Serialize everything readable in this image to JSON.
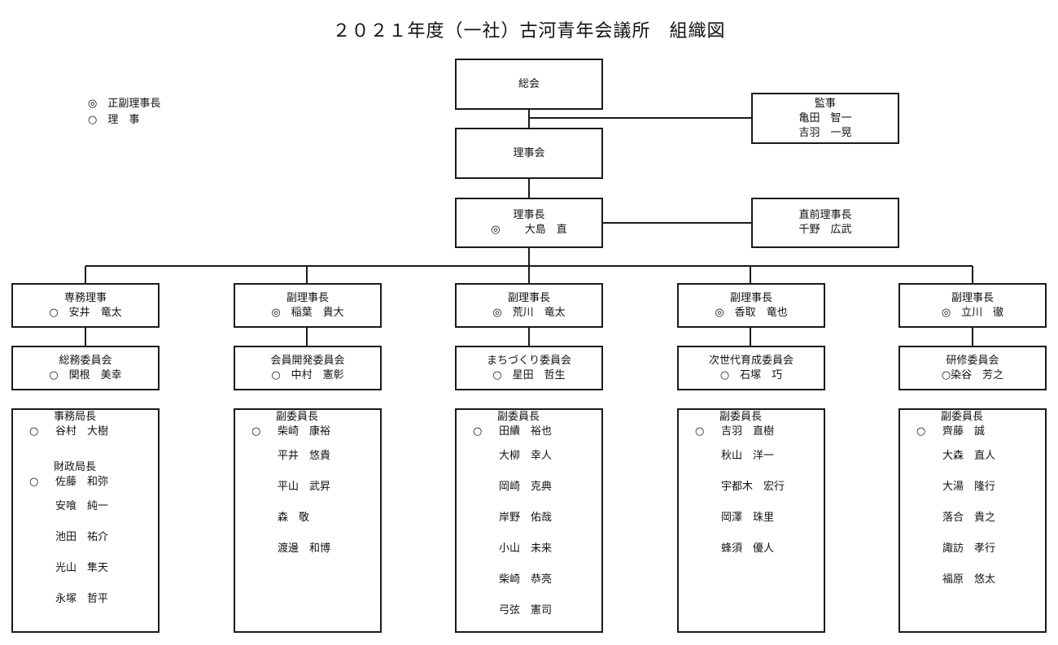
{
  "title": "２０２１年度（一社）古河青年会議所　組織図",
  "legend": [
    {
      "mark": "◎",
      "label": "正副理事長"
    },
    {
      "mark": "○",
      "label": "理　事"
    }
  ],
  "general_assembly": "総会",
  "auditors": {
    "title": "監事",
    "members": [
      "亀田　智一",
      "吉羽　一晃"
    ]
  },
  "board": "理事会",
  "president": {
    "title": "理事長",
    "mark": "◎",
    "name": "大島　直"
  },
  "past_president": {
    "title": "直前理事長",
    "name": "千野　広武"
  },
  "columns": [
    {
      "officer": {
        "title": "専務理事",
        "mark": "○",
        "name": "安井　竜太"
      },
      "committee": {
        "name": "総務委員会",
        "mark": "○",
        "chair": "関根　美幸"
      },
      "groups": [
        {
          "title": "事務局長",
          "members": [
            {
              "mark": "○",
              "name": "谷村　大樹"
            }
          ]
        },
        {
          "title": "財政局長",
          "members": [
            {
              "mark": "○",
              "name": "佐藤　和弥"
            },
            {
              "mark": "",
              "name": "安喰　純一"
            },
            {
              "mark": "",
              "name": "池田　祐介"
            },
            {
              "mark": "",
              "name": "光山　隼天"
            },
            {
              "mark": "",
              "name": "永塚　哲平"
            }
          ]
        }
      ]
    },
    {
      "officer": {
        "title": "副理事長",
        "mark": "◎",
        "name": "稲葉　貴大"
      },
      "committee": {
        "name": "会員開発委員会",
        "mark": "○",
        "chair": "中村　憲彰"
      },
      "groups": [
        {
          "title": "副委員長",
          "members": [
            {
              "mark": "○",
              "name": "柴崎　康裕"
            },
            {
              "mark": "",
              "name": "平井　悠貴"
            },
            {
              "mark": "",
              "name": "平山　武昇"
            },
            {
              "mark": "",
              "name": "森　敬"
            },
            {
              "mark": "",
              "name": "渡邊　和博"
            }
          ]
        }
      ]
    },
    {
      "officer": {
        "title": "副理事長",
        "mark": "◎",
        "name": "荒川　竜太"
      },
      "committee": {
        "name": "まちづくり委員会",
        "mark": "○",
        "chair": "星田　哲生"
      },
      "groups": [
        {
          "title": "副委員長",
          "members": [
            {
              "mark": "○",
              "name": "田續　裕也"
            },
            {
              "mark": "",
              "name": "大柳　幸人"
            },
            {
              "mark": "",
              "name": "岡崎　克典"
            },
            {
              "mark": "",
              "name": "岸野　佑哉"
            },
            {
              "mark": "",
              "name": "小山　未来"
            },
            {
              "mark": "",
              "name": "柴崎　恭亮"
            },
            {
              "mark": "",
              "name": "弓弦　憲司"
            }
          ]
        }
      ]
    },
    {
      "officer": {
        "title": "副理事長",
        "mark": "◎",
        "name": "香取　竜也"
      },
      "committee": {
        "name": "次世代育成委員会",
        "mark": "○",
        "chair": "石塚　巧"
      },
      "groups": [
        {
          "title": "副委員長",
          "members": [
            {
              "mark": "○",
              "name": "吉羽　直樹"
            },
            {
              "mark": "",
              "name": "秋山　洋一"
            },
            {
              "mark": "",
              "name": "宇都木　宏行"
            },
            {
              "mark": "",
              "name": "岡澤　珠里"
            },
            {
              "mark": "",
              "name": "蜂須　優人"
            }
          ]
        }
      ]
    },
    {
      "officer": {
        "title": "副理事長",
        "mark": "◎",
        "name": "立川　徹"
      },
      "committee": {
        "name": "研修委員会",
        "mark": "○",
        "chair": "染谷　芳之"
      },
      "groups": [
        {
          "title": "副委員長",
          "members": [
            {
              "mark": "○",
              "name": "齊藤　誠"
            },
            {
              "mark": "",
              "name": "大森　直人"
            },
            {
              "mark": "",
              "name": "大湯　隆行"
            },
            {
              "mark": "",
              "name": "落合　貴之"
            },
            {
              "mark": "",
              "name": "諏訪　孝行"
            },
            {
              "mark": "",
              "name": "福原　悠太"
            }
          ]
        }
      ]
    }
  ]
}
